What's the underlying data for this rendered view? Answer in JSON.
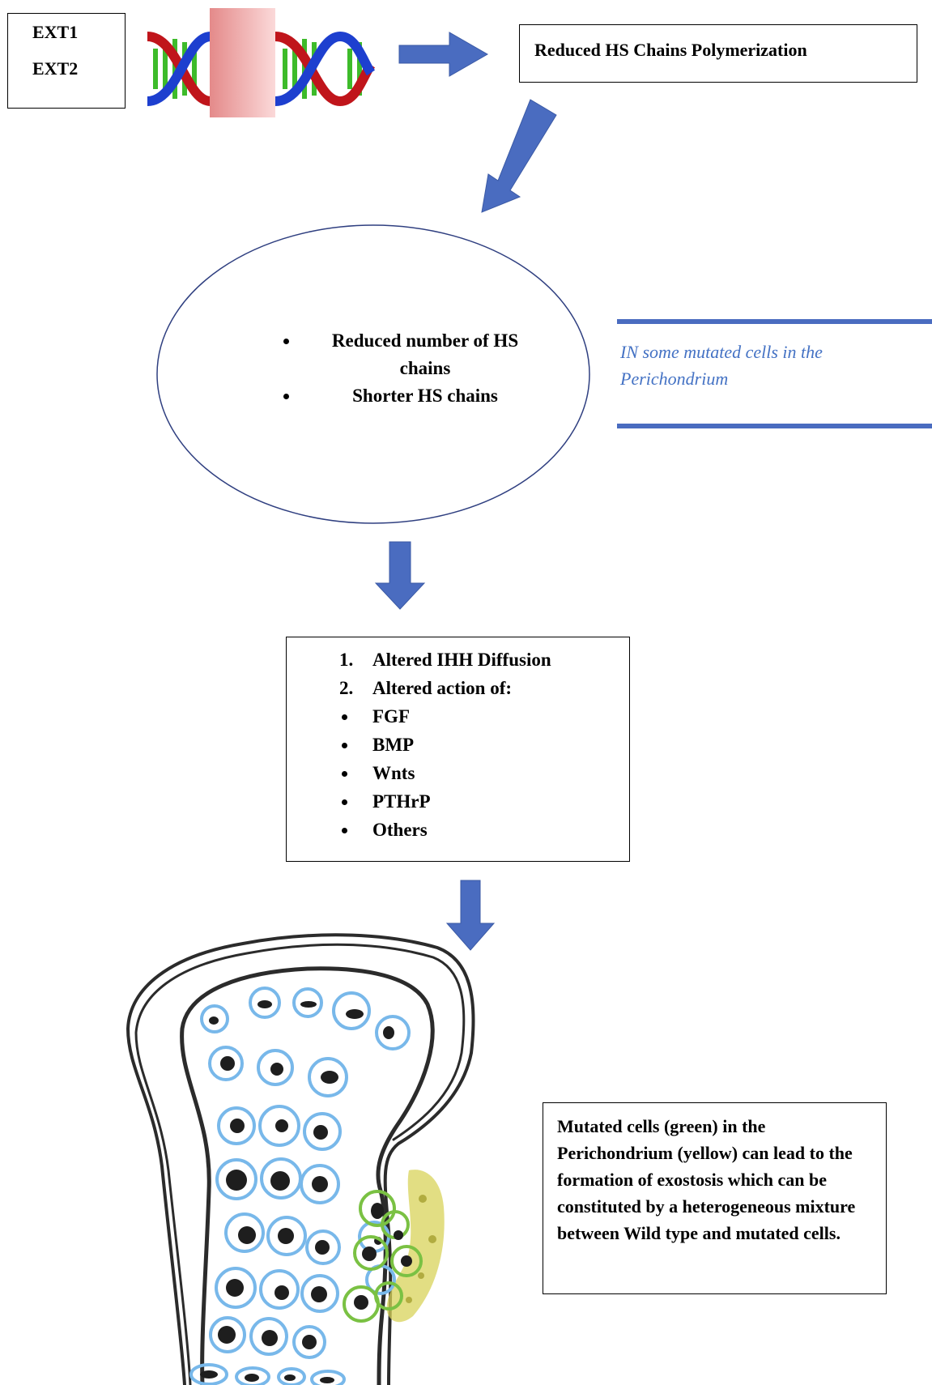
{
  "genes": {
    "ext1": "EXT1",
    "ext2": "EXT2"
  },
  "polymerization": {
    "label": "Reduced HS Chains Polymerization"
  },
  "hs_effects": {
    "items": [
      "Reduced number of HS chains",
      "Shorter HS chains"
    ]
  },
  "note": {
    "text": "IN some mutated cells in the Perichondrium"
  },
  "signaling": {
    "numbered": [
      "Altered IHH Diffusion",
      "Altered action of:"
    ],
    "bullets": [
      "FGF",
      "BMP",
      "Wnts",
      "PTHrP",
      "Others"
    ]
  },
  "outcome": {
    "text": "Mutated cells (green) in the Perichondrium (yellow) can lead to the formation of exostosis which can be constituted by a heterogeneous mixture between Wild type and mutated cells."
  },
  "colors": {
    "arrow": "#4a6cc0",
    "ellipse": "#2f3f80",
    "note": "#4472c4",
    "wildtype_cell": "#78b8ea",
    "mutated_cell": "#7ac143",
    "perichondrium": "#d8d35a",
    "dna_red": "#c0151b",
    "dna_blue": "#1d3fcf",
    "dna_rungs": "#3dbb2a"
  }
}
